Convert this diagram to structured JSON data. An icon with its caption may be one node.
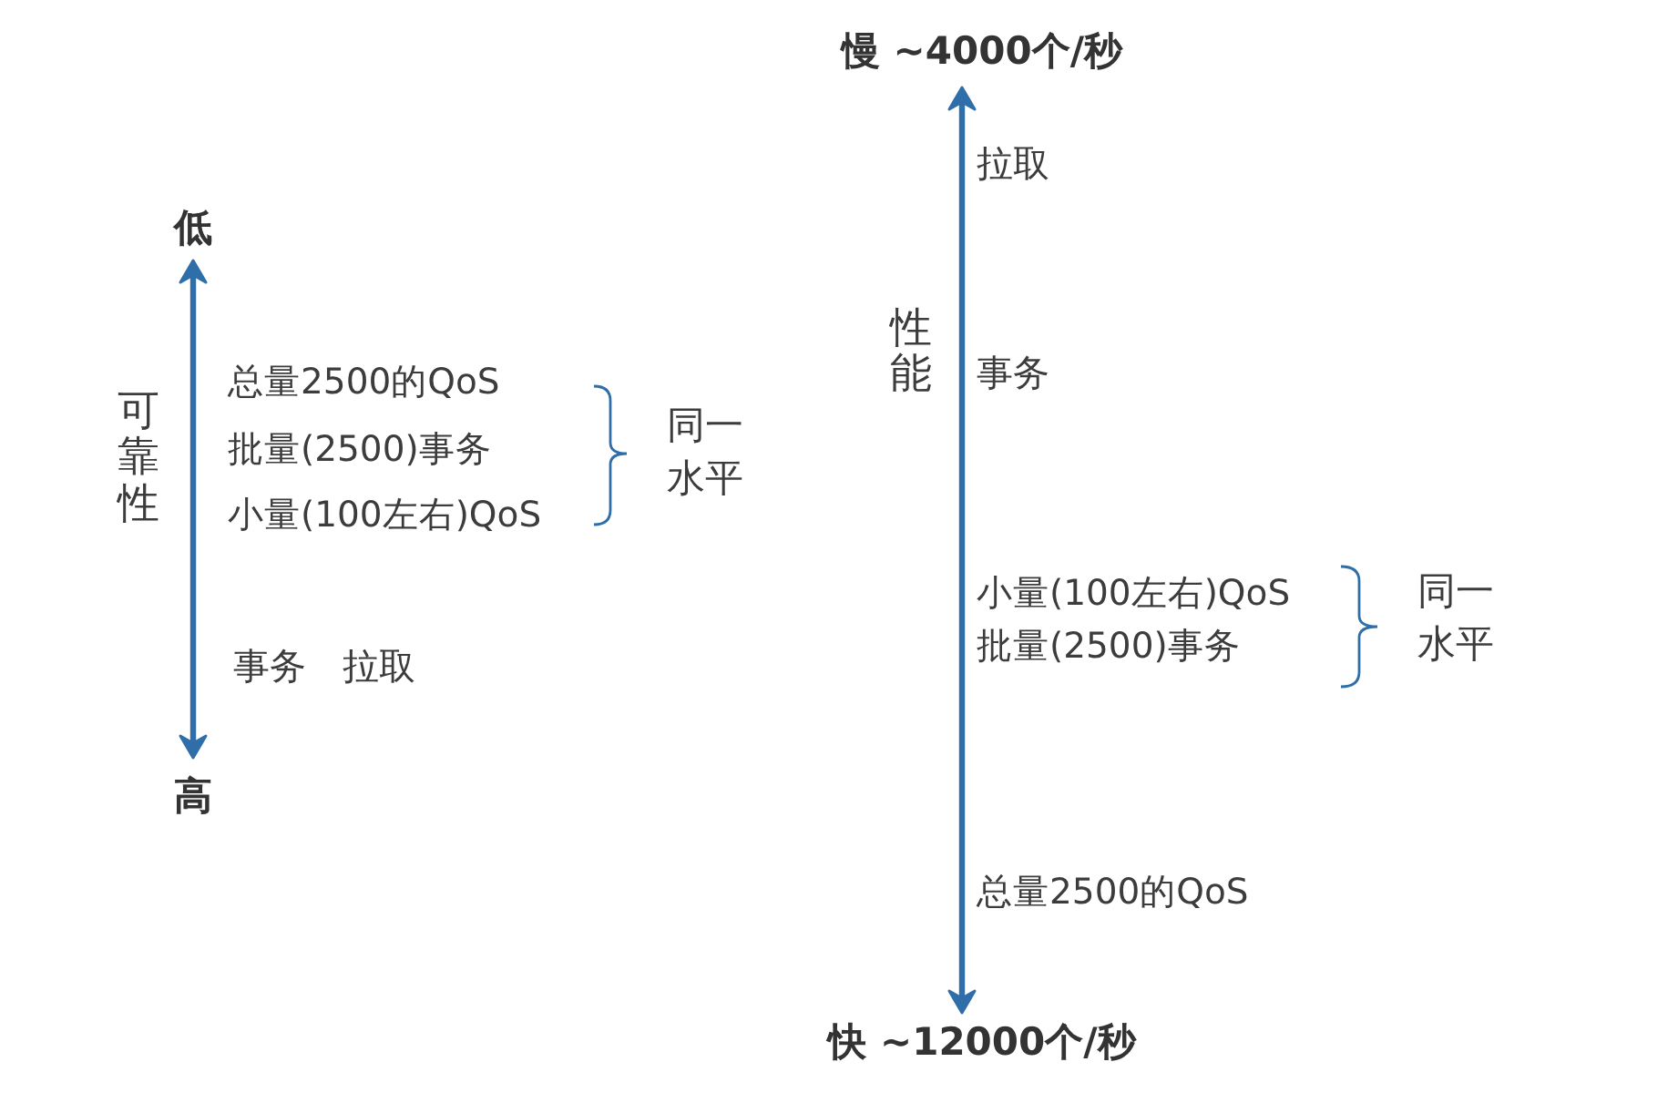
{
  "diagram": {
    "labels": [
      "低",
      "可靠性",
      "总量2500的QoS",
      "批量(2500)事务",
      "小量(100左右)QoS",
      "同一水平",
      "事务",
      "拉取",
      "高",
      "慢 ~4000个/秒",
      "拉取",
      "性能",
      "事务",
      "小量(100左右)QoS",
      "批量(2500)事务",
      "同一水平",
      "总量2500的QoS",
      "快 ~12000个/秒"
    ]
  }
}
